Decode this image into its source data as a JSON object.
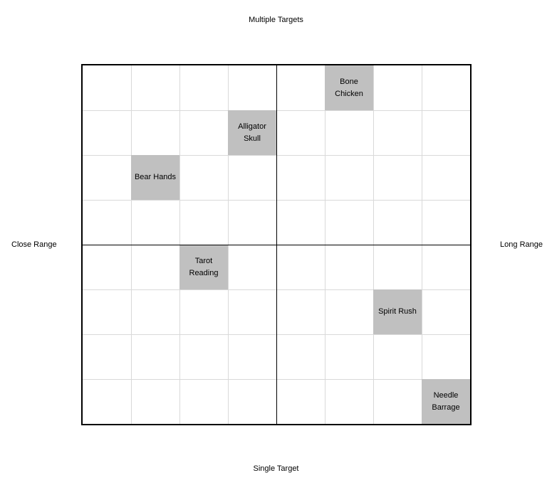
{
  "axes": {
    "top": "Multiple Targets",
    "bottom": "Single Target",
    "left": "Close Range",
    "right": "Long Range"
  },
  "grid": {
    "columns": 8,
    "rows": 8
  },
  "items": [
    {
      "label": "Bone\nChicken",
      "col": 5,
      "row": 0
    },
    {
      "label": "Alligator\nSkull",
      "col": 3,
      "row": 1
    },
    {
      "label": "Bear Hands",
      "col": 1,
      "row": 2
    },
    {
      "label": "Tarot\nReading",
      "col": 2,
      "row": 4
    },
    {
      "label": "Spirit Rush",
      "col": 6,
      "row": 5
    },
    {
      "label": "Needle\nBarrage",
      "col": 7,
      "row": 7
    }
  ]
}
